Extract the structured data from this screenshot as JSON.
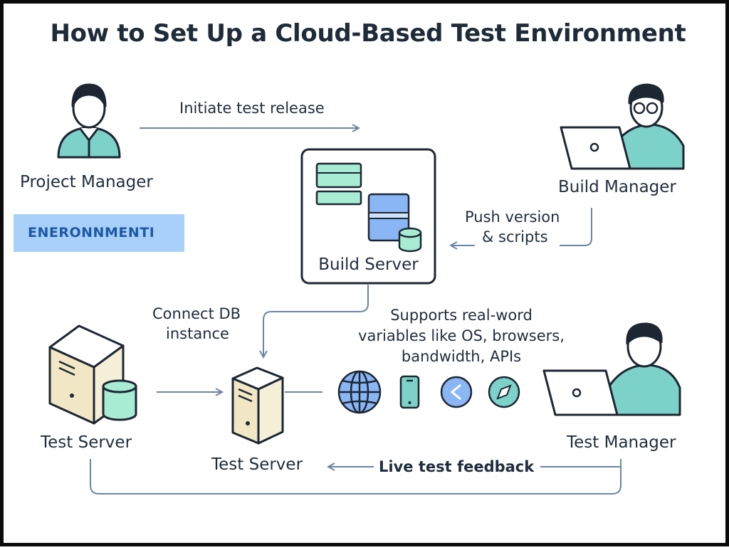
{
  "diagram": {
    "title": "How to Set Up a Cloud-Based Test Environment",
    "badge": "ENERONNMENTI",
    "nodes": {
      "project_manager": "Project Manager",
      "build_manager": "Build Manager",
      "build_server": "Build Server",
      "test_server_left": "Test Server",
      "test_server_center": "Test Server",
      "test_manager": "Test Manager"
    },
    "edges": {
      "initiate": "Initiate test release",
      "push_line1": "Push version",
      "push_line2": "& scripts",
      "connect_line1": "Connect DB",
      "connect_line2": "instance",
      "feedback": "Live test feedback"
    },
    "note": {
      "line1": "Supports real-word",
      "line2": "variables like OS, browsers,",
      "line3": "bandwidth, APIs"
    },
    "icons": [
      "person-icon",
      "laptop-icon",
      "database-icon",
      "server-tower-icon",
      "globe-icon",
      "mobile-phone-icon",
      "browser-icon",
      "compass-icon"
    ],
    "colors": {
      "teal": "#7cd2c8",
      "mint": "#a7ecd3",
      "blue": "#8ab6f5",
      "cream": "#f2e7c5",
      "stroke": "#1d2733",
      "arrow": "#6b85a6",
      "badge_bg": "#a9d0f9",
      "badge_text": "#1d58a8"
    }
  }
}
